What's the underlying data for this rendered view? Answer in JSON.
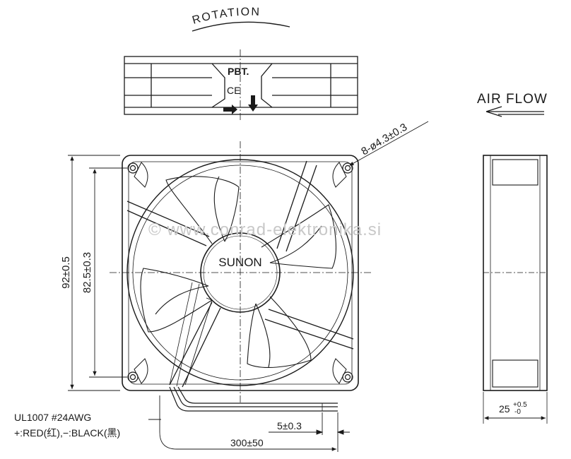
{
  "diagram": {
    "rotation_label": "ROTATION",
    "airflow_label": "AIR FLOW",
    "pbt_label": "PBT.",
    "ce_mark": "CE",
    "hub_brand": "SUNON",
    "watermark": "© www.conrad-elektronika.si",
    "dim_hole": "8-ø4.3±0.3",
    "dim_outer": "92±0.5",
    "dim_pitch": "82.5±0.3",
    "dim_depth_base": "25",
    "dim_depth_tol_upper": "+0.5",
    "dim_depth_tol_lower": "-0",
    "dim_lead_strip": "5±0.3",
    "dim_lead_length": "300±50",
    "cable_spec": "UL1007  #24AWG",
    "wire_colors": "+:RED(红),−:BLACK(黑)"
  }
}
